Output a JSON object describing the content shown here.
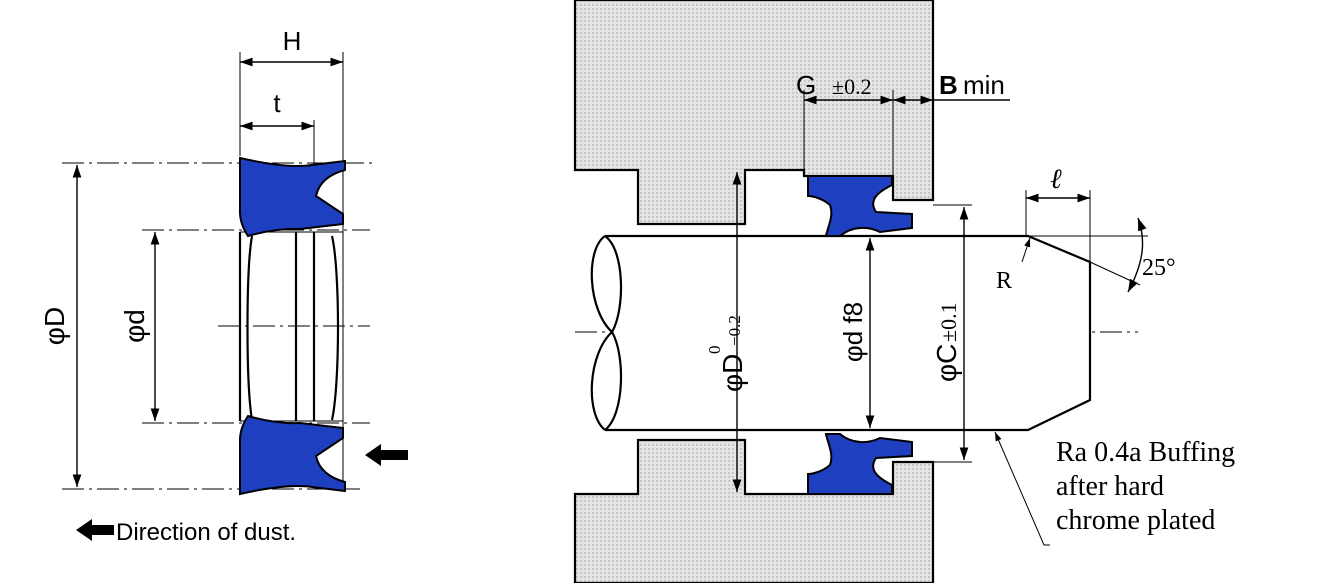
{
  "colors": {
    "seal": "#1e3fc0",
    "housing": "#e2e2e2",
    "line": "#000000"
  },
  "left_view": {
    "label_H": "H",
    "label_t": "t",
    "label_phiD": "φD",
    "label_phid": "φd"
  },
  "legend": {
    "text": "Direction of dust.",
    "icon": "arrow-left-icon"
  },
  "right_view": {
    "label_G": "G",
    "tol_G": "±0.2",
    "label_B": "B",
    "label_min": "min",
    "label_l": "ℓ",
    "label_angle": "25°",
    "label_R": "R",
    "label_phiD": "φD",
    "tol_D_upper": "0",
    "tol_D_lower": "−0.2",
    "label_phid_f8": "φd f8",
    "label_phiC": "φC",
    "tol_C": "±0.1",
    "note_lines": [
      "Ra 0.4a Buffing",
      "after hard",
      "chrome plated"
    ]
  }
}
